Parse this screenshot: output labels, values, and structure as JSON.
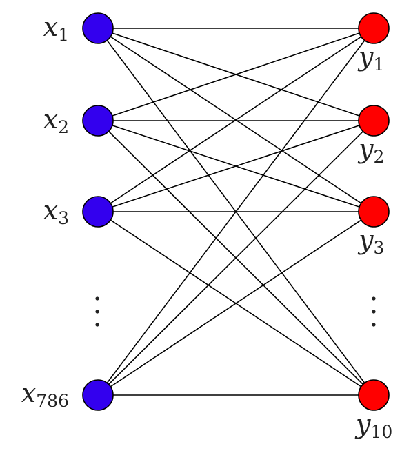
{
  "colors": {
    "input_node": "#3300ee",
    "output_node": "#ff0000",
    "edge": "#000000"
  },
  "inputs": [
    {
      "var": "x",
      "sub": "1"
    },
    {
      "var": "x",
      "sub": "2"
    },
    {
      "var": "x",
      "sub": "3"
    },
    {
      "var": "x",
      "sub": "786"
    }
  ],
  "outputs": [
    {
      "var": "y",
      "sub": "1"
    },
    {
      "var": "y",
      "sub": "2"
    },
    {
      "var": "y",
      "sub": "3"
    },
    {
      "var": "y",
      "sub": "10"
    }
  ]
}
